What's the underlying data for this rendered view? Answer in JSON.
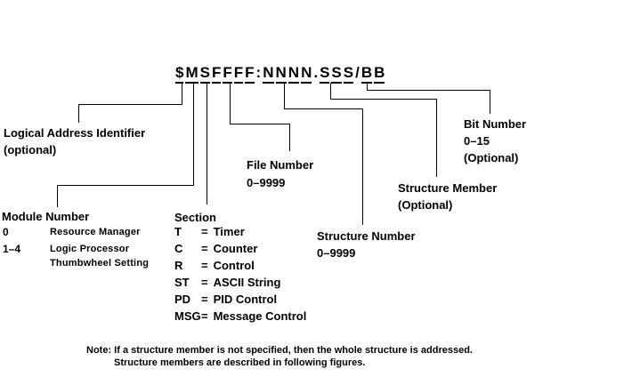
{
  "format": {
    "text": "$MSFFFF:NNNN.SSS/BB",
    "chars": [
      "$",
      "M",
      "S",
      "F",
      "F",
      "F",
      "F",
      ":",
      "N",
      "N",
      "N",
      "N",
      ".",
      "S",
      "S",
      "S",
      "/",
      "B",
      "B"
    ]
  },
  "labels": {
    "logical_address": {
      "line1": "Logical Address Identifier",
      "line2": "(optional)"
    },
    "file_number": {
      "line1": "File Number",
      "line2": "0–9999"
    },
    "bit_number": {
      "line1": "Bit Number",
      "line2": "0–15",
      "line3": "(Optional)"
    },
    "structure_member": {
      "line1": "Structure Member",
      "line2": "(Optional)"
    },
    "structure_number": {
      "line1": "Structure Number",
      "line2": "0–9999"
    }
  },
  "module": {
    "title": "Module Number",
    "rows": [
      {
        "key": "0",
        "desc1": "Resource Manager"
      },
      {
        "key": "1–4",
        "desc1": "Logic Processor",
        "desc2": "Thumbwheel Setting"
      }
    ]
  },
  "section": {
    "title": "Section",
    "equals": "=",
    "rows": [
      {
        "key": "T",
        "value": "Timer"
      },
      {
        "key": "C",
        "value": "Counter"
      },
      {
        "key": "R",
        "value": "Control"
      },
      {
        "key": "ST",
        "value": "ASCII String"
      },
      {
        "key": "PD",
        "value": "PID Control"
      },
      {
        "key": "MSG",
        "value": "Message Control"
      }
    ]
  },
  "note": {
    "line1": "Note: If a structure member is not specified, then the whole structure is addressed.",
    "line2": "Structure members are described in following figures."
  }
}
